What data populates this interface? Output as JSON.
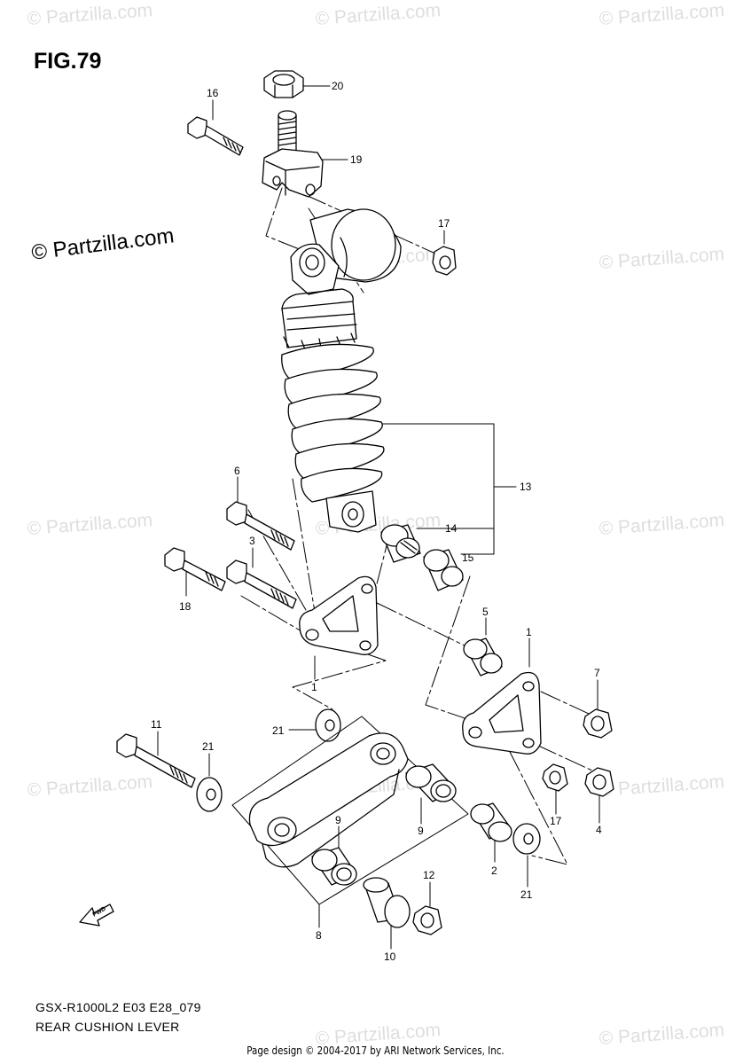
{
  "figure": {
    "title": "FIG.79"
  },
  "brand": {
    "text": "© Partzilla.com"
  },
  "watermark": {
    "text": "© Partzilla.com"
  },
  "caption": {
    "model": "GSX-R1000L2 E03 E28_079",
    "section": "REAR CUSHION LEVER"
  },
  "footer": {
    "text": "Page design © 2004-2017 by ARI Network Services, Inc."
  },
  "icons": {
    "direction": "fwd-arrow-icon"
  },
  "fwd_label": "FWD",
  "callouts": {
    "p1a": "1",
    "p1b": "1",
    "p2": "2",
    "p3": "3",
    "p4": "4",
    "p5": "5",
    "p6": "6",
    "p7": "7",
    "p8": "8",
    "p9a": "9",
    "p9b": "9",
    "p10": "10",
    "p11": "11",
    "p12": "12",
    "p13": "13",
    "p14": "14",
    "p15": "15",
    "p16": "16",
    "p17a": "17",
    "p17b": "17",
    "p18": "18",
    "p19": "19",
    "p20": "20",
    "p21a": "21",
    "p21b": "21",
    "p21c": "21"
  }
}
